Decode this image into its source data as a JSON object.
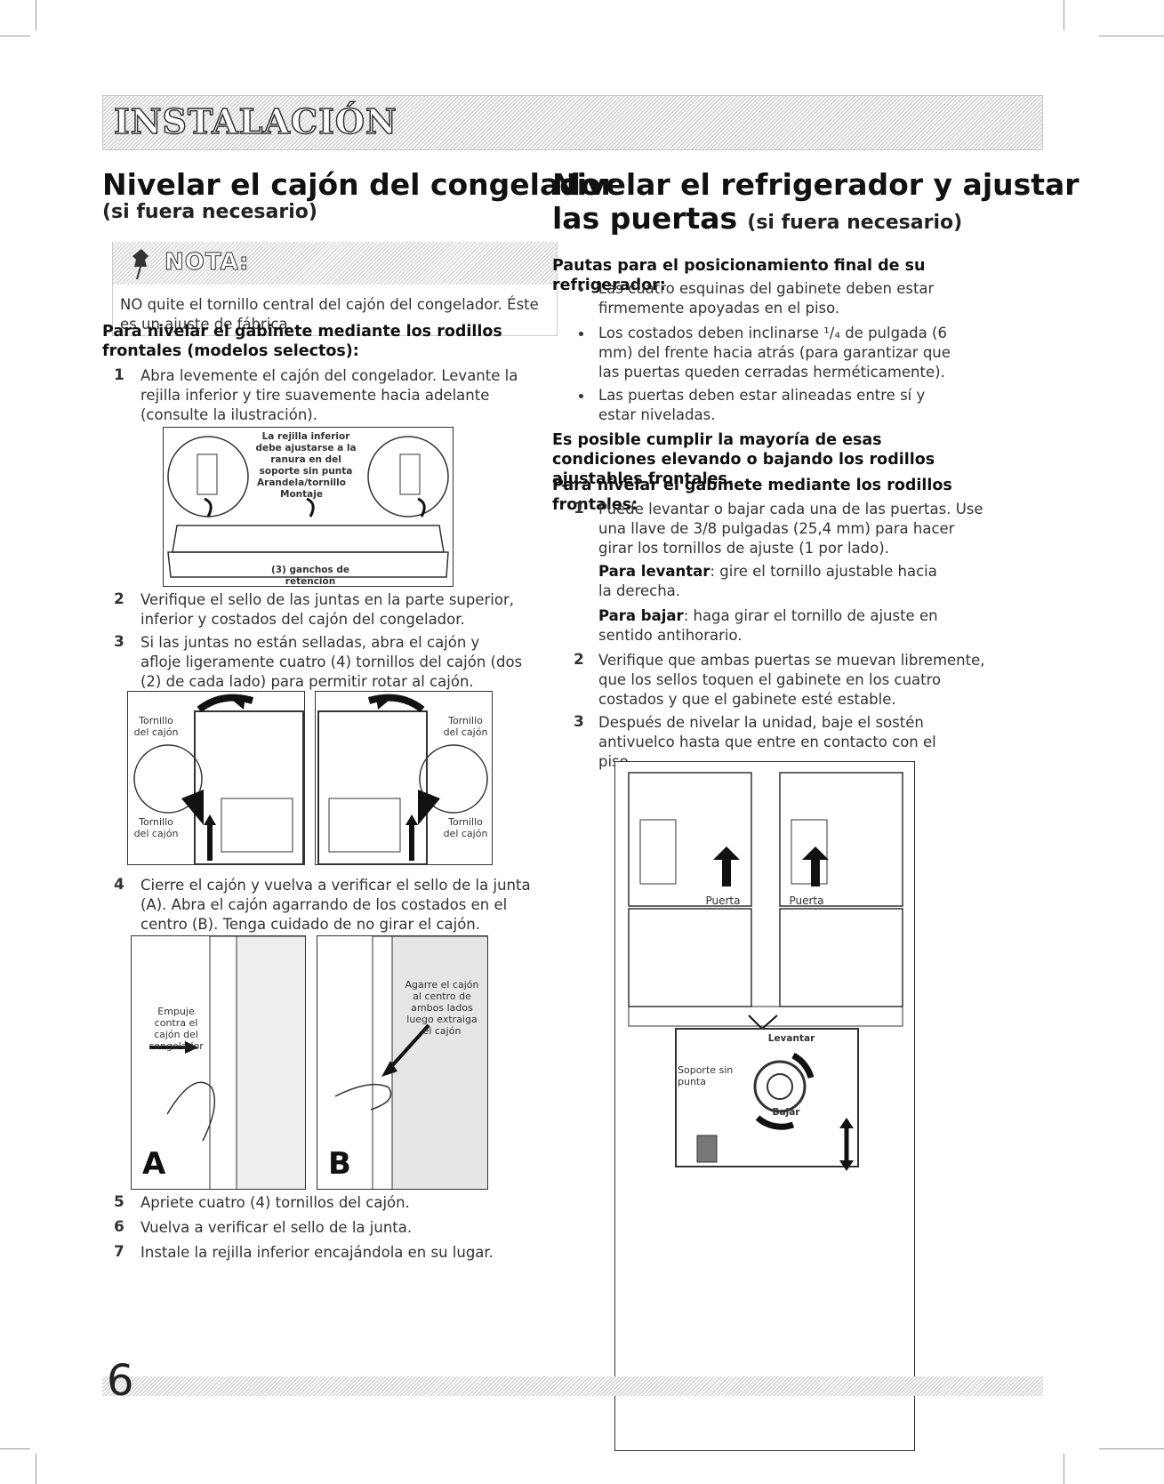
{
  "header": {
    "section_title": "INSTALACIÓN"
  },
  "left": {
    "title": "Nivelar el cajón del congelador",
    "subtitle": "(si fuera necesario)",
    "note": {
      "label": "NOTA:",
      "text": "NO quite el tornillo central del cajón del congelador. Éste es un ajuste de fábrica."
    },
    "procedure_heading": "Para nivelar el gabinete mediante los rodillos frontales (modelos selectos):",
    "steps": [
      {
        "n": "1",
        "text": "Abra levemente el cajón del congelador. Levante la rejilla inferior y tire suavemente hacia adelante (consulte la ilustración)."
      },
      {
        "n": "2",
        "text": "Verifique el sello de las juntas en la parte superior, inferior y costados del cajón del congelador."
      },
      {
        "n": "3",
        "text": "Si las juntas no están selladas, abra el cajón y afloje ligeramente cuatro (4) tornillos del cajón (dos (2) de cada lado) para permitir rotar al cajón."
      },
      {
        "n": "4",
        "text": "Cierre el cajón y vuelva a verificar el sello de la junta (A). Abra el cajón agarrando de los costados en el centro (B). Tenga cuidado de no girar el cajón."
      },
      {
        "n": "5",
        "text": "Apriete cuatro (4) tornillos del cajón."
      },
      {
        "n": "6",
        "text": "Vuelva a verificar el sello de la junta."
      },
      {
        "n": "7",
        "text": "Instale la rejilla inferior encajándola en su lugar."
      }
    ],
    "fig1": {
      "label_top": "La rejilla inferior debe ajustarse a la ranura en del soporte sin punta",
      "label_mid": "Arandela/tornillo Montaje",
      "label_bottom": "(3) ganchos de retención"
    },
    "fig2": {
      "tl": "Tornillo del cajón",
      "bl": "Tornillo del cajón",
      "tr": "Tornillo del cajón",
      "br": "Tornillo del cajón"
    },
    "fig3": {
      "push": "Empuje contra el cajón del congelador",
      "grab": "Agarre el cajón al centro de ambos lados luego extraiga el cajón",
      "letter_a": "A",
      "letter_b": "B"
    }
  },
  "right": {
    "title_line1": "Nivelar el refrigerador y ajustar",
    "title_line2": "las puertas",
    "title_suffix": "(si fuera necesario)",
    "guidelines_heading": "Pautas para el posicionamiento final de su refrigerador:",
    "bullets": [
      "Las cuatro esquinas del gabinete deben estar firmemente apoyadas en el piso.",
      "Los costados deben inclinarse ¹/₄ de pulgada (6 mm) del frente hacia atrás (para garantizar que las puertas queden cerradas herméticamente).",
      "Las puertas deben estar alineadas entre sí y estar niveladas."
    ],
    "possible_heading": "Es posible cumplir la mayoría de esas condiciones elevando o bajando los rodillos ajustables frontales.",
    "procedure_heading": "Para nivelar el gabinete mediante los rodillos frontales:",
    "steps": [
      {
        "n": "1",
        "text": "Puede levantar o bajar cada una de las puertas. Use una llave de 3/8 pulgadas (25,4 mm) para hacer girar los tornillos de ajuste (1 por lado)."
      },
      {
        "n": "",
        "bold": "Para levantar",
        "text": ": gire el tornillo ajustable hacia la derecha."
      },
      {
        "n": "",
        "bold": "Para bajar",
        "text": ": haga girar el tornillo de ajuste en sentido antihorario."
      },
      {
        "n": "2",
        "text": "Verifique que ambas puertas se muevan libremente, que los sellos toquen el gabinete en los cuatro costados y que el gabinete esté estable."
      },
      {
        "n": "3",
        "text": "Después de nivelar la unidad, baje el sostén antivuelco hasta que entre en contacto con el piso."
      }
    ],
    "fig": {
      "door_left": "Puerta",
      "door_right": "Puerta",
      "raise": "Levantar",
      "lower": "Bajar",
      "stand": "Soporte sin punta"
    }
  },
  "footer": {
    "page_number": "6"
  }
}
